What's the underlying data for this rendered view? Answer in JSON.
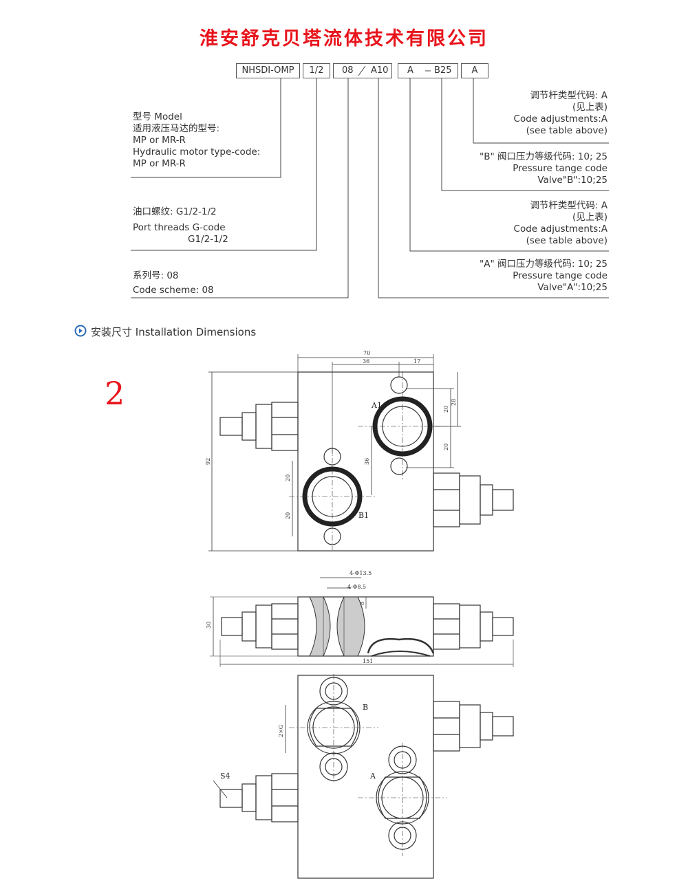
{
  "header": {
    "title": "淮安舒克贝塔流体技术有限公司"
  },
  "code_row": {
    "cells": [
      "NHSDI-OMP",
      "1/2",
      "08",
      "A10",
      "A",
      "B25",
      "A"
    ]
  },
  "left_notes": {
    "model_lines": [
      "型号 Model",
      "适用液压马达的型号:",
      "MP or MR-R",
      "Hydraulic motor type-code:",
      "MP or MR-R"
    ],
    "port_lines": [
      "油口螺纹: G1/2-1/2",
      "Port threads G-code",
      "G1/2-1/2"
    ],
    "series_lines": [
      "系列号: 08",
      "Code scheme: 08"
    ]
  },
  "right_notes": {
    "adj_b_lines": [
      "调节杆类型代码: A",
      "(见上表)",
      "Code adjustments:A",
      "(see table above)"
    ],
    "press_b_lines": [
      "\"B\" 阀口压力等级代码: 10; 25",
      "Pressure tange code",
      "Valve\"B\":10;25"
    ],
    "adj_a_lines": [
      "调节杆类型代码: A",
      "(见上表)",
      "Code adjustments:A",
      "(see table above)"
    ],
    "press_a_lines": [
      "\"A\" 阀口压力等级代码: 10; 25",
      "Pressure tange code",
      "Valve\"A\":10;25"
    ]
  },
  "section": {
    "title": "安装尺寸 Installation Dimensions",
    "number": "2"
  },
  "drawing": {
    "dims": {
      "d70": "70",
      "d36": "36",
      "d17": "17",
      "d28": "28",
      "d20a": "20",
      "d20b": "20",
      "d92": "92",
      "d36v": "36",
      "d20c": "20",
      "d20d": "20",
      "phi135": "4-Φ13.5",
      "phi85": "4-Φ8.5",
      "d8": "8",
      "d30": "30",
      "d151": "151",
      "d2g": "2×G"
    },
    "labels": {
      "a1": "A1",
      "b1": "B1",
      "b": "B",
      "a": "A",
      "s4": "S4"
    }
  },
  "colors": {
    "title_red": "#e8141c",
    "bullet_blue": "#2a6bb5",
    "line": "#333333"
  }
}
